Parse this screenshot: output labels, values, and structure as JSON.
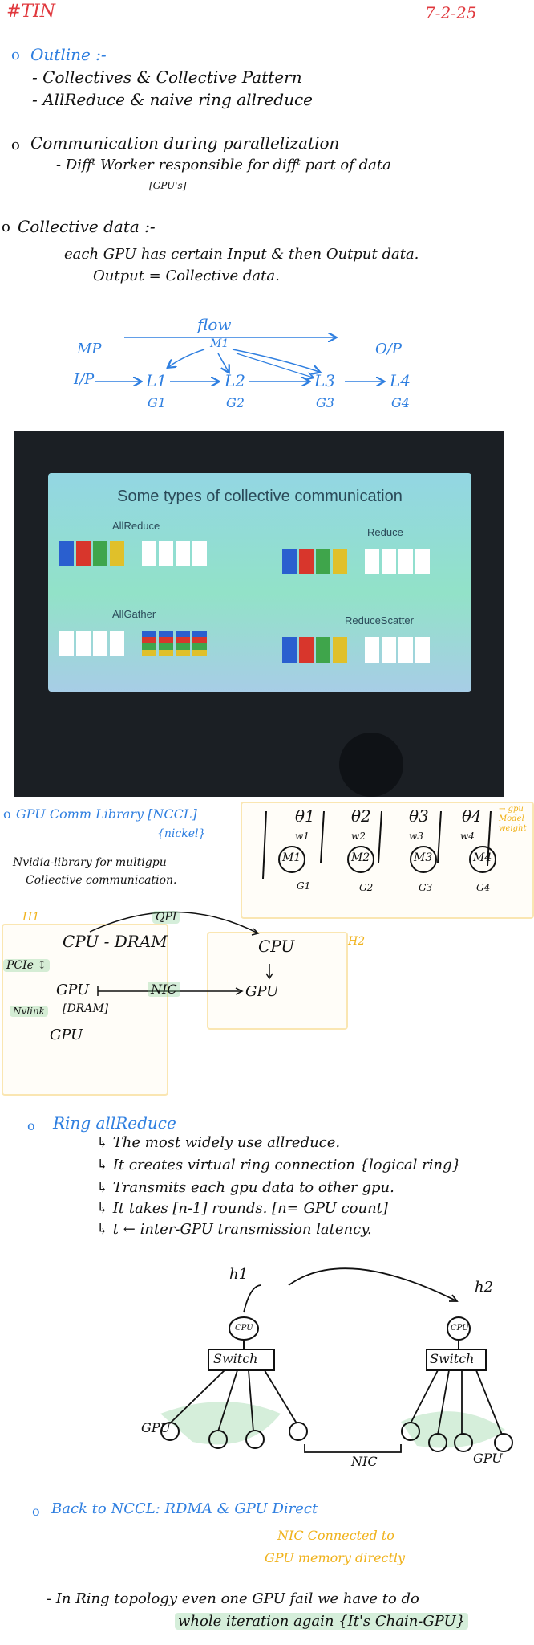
{
  "header": {
    "tag": "#TIN",
    "date": "7-2-25"
  },
  "outline": {
    "title": "Outline :-",
    "items": [
      "- Collectives & Collective Pattern",
      "- AllReduce & naive ring allreduce"
    ]
  },
  "communication": {
    "title": "Communication during parallelization",
    "line": "- Diffᵗ Worker responsible for diffᵗ part of data",
    "note": "[GPU's]"
  },
  "collective_data": {
    "title": "Collective data :-",
    "line1": "each GPU has certain Input & then Output data.",
    "line2": "Output = Collective data."
  },
  "flow_diagram": {
    "flow": "flow",
    "mp": "MP",
    "ip": "I/P",
    "op": "O/P",
    "m1": "M1",
    "nodes": [
      "L1",
      "L2",
      "L3",
      "L4"
    ],
    "gpus": [
      "G1",
      "G2",
      "G3",
      "G4"
    ]
  },
  "slide": {
    "title": "Some types of collective communication",
    "panels": [
      "AllReduce",
      "Reduce",
      "AllGather",
      "ReduceScatter"
    ]
  },
  "gpu_comm": {
    "title": "GPU Comm Library [NCCL]",
    "nickel": "{nickel}",
    "desc1": "Nvidia-library for multigpu",
    "desc2": "Collective communication."
  },
  "theta_box": {
    "thetas": [
      "θ1",
      "θ2",
      "θ3",
      "θ4"
    ],
    "ws": [
      "w1",
      "w2",
      "w3",
      "w4"
    ],
    "ms": [
      "M1",
      "M2",
      "M3",
      "M4"
    ],
    "gs": [
      "G1",
      "G2",
      "G3",
      "G4"
    ],
    "note": "→ gpu Model weight"
  },
  "cpu_diagram": {
    "h1": "H1",
    "h2": "H2",
    "qpi": "QPI",
    "cpu_dram": "CPU - DRAM",
    "cpu": "CPU",
    "pcie": "PCIe ↕",
    "gpu": "GPU",
    "nic": "NIC",
    "nvlink": "Nvlink",
    "dram": "[DRAM]",
    "gpu2": "GPU",
    "gpu_right": "GPU"
  },
  "ring": {
    "title": "Ring allReduce",
    "items": [
      "↳ The most widely use allreduce.",
      "↳ It creates virtual ring connection {logical ring}",
      "↳ Transmits each gpu data to other gpu.",
      "↳ It takes [n-1] rounds. [n= GPU count]",
      "↳ t ← inter-GPU transmission latency."
    ]
  },
  "switch_diagram": {
    "h1": "h1",
    "h2": "h2",
    "cpu": "CPU",
    "switch": "Switch",
    "gpu_left": "GPU",
    "gpu_right": "GPU",
    "nic": "NIC"
  },
  "back_to_nccl": {
    "title": "Back to NCCL: RDMA & GPU Direct",
    "note1": "NIC Connected to",
    "note2": "GPU memory directly"
  },
  "ring_topology": {
    "line1": "- In Ring topology even one GPU fail we have to do",
    "line2": "whole iteration again {It's Chain-GPU}"
  }
}
